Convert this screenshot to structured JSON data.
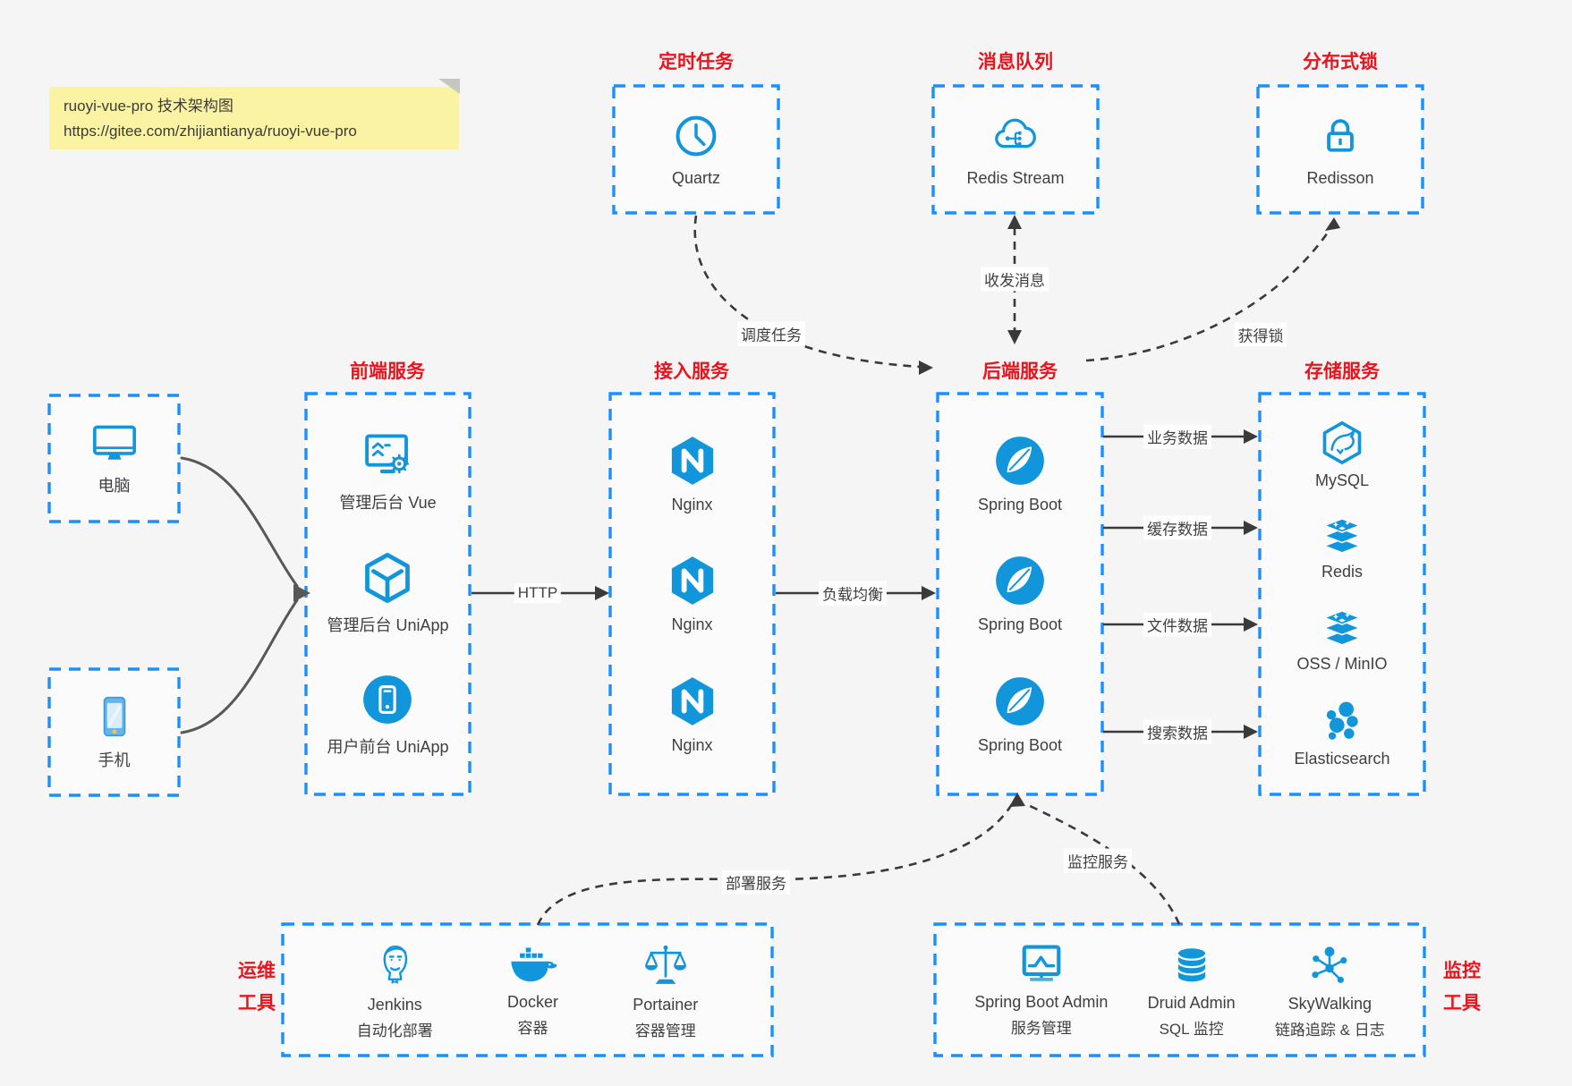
{
  "note": {
    "title": "ruoyi-vue-pro 技术架构图",
    "url": "https://gitee.com/zhijiantianya/ruoyi-vue-pro"
  },
  "colors": {
    "accent_blue": "#1296db",
    "border_blue": "#1890ff",
    "title_red": "#e8141e",
    "line_dark": "#3a3a3a",
    "note_yellow": "#faf3a3"
  },
  "top_groups": {
    "scheduler": {
      "title": "定时任务",
      "item": "Quartz",
      "icon": "clock-icon"
    },
    "mq": {
      "title": "消息队列",
      "item": "Redis Stream",
      "icon": "cloud-stream-icon"
    },
    "lock": {
      "title": "分布式锁",
      "item": "Redisson",
      "icon": "lock-icon"
    }
  },
  "clients": {
    "pc": {
      "label": "电脑",
      "icon": "computer-icon"
    },
    "mobile": {
      "label": "手机",
      "icon": "phone-icon"
    }
  },
  "frontend": {
    "title": "前端服务",
    "items": [
      {
        "label": "管理后台 Vue"
      },
      {
        "label": "管理后台 UniApp"
      },
      {
        "label": "用户前台 UniApp"
      }
    ]
  },
  "access": {
    "title": "接入服务",
    "items": [
      {
        "label": "Nginx"
      },
      {
        "label": "Nginx"
      },
      {
        "label": "Nginx"
      }
    ]
  },
  "backend": {
    "title": "后端服务",
    "items": [
      {
        "label": "Spring Boot"
      },
      {
        "label": "Spring Boot"
      },
      {
        "label": "Spring Boot"
      }
    ]
  },
  "storage": {
    "title": "存储服务",
    "items": [
      {
        "label": "MySQL"
      },
      {
        "label": "Redis"
      },
      {
        "label": "OSS / MinIO"
      },
      {
        "label": "Elasticsearch"
      }
    ]
  },
  "ops": {
    "title_line1": "运维",
    "title_line2": "工具",
    "items": [
      {
        "name": "Jenkins",
        "desc": "自动化部署"
      },
      {
        "name": "Docker",
        "desc": "容器"
      },
      {
        "name": "Portainer",
        "desc": "容器管理"
      }
    ]
  },
  "monitoring": {
    "title_line1": "监控",
    "title_line2": "工具",
    "items": [
      {
        "name": "Spring Boot Admin",
        "desc": "服务管理"
      },
      {
        "name": "Druid Admin",
        "desc": "SQL 监控"
      },
      {
        "name": "SkyWalking",
        "desc": "链路追踪 & 日志"
      }
    ]
  },
  "edges": {
    "http": "HTTP",
    "load_balance": "负载均衡",
    "schedule": "调度任务",
    "message": "收发消息",
    "lock": "获得锁",
    "business": "业务数据",
    "cache": "缓存数据",
    "file": "文件数据",
    "search": "搜索数据",
    "deploy": "部署服务",
    "monitor": "监控服务"
  }
}
